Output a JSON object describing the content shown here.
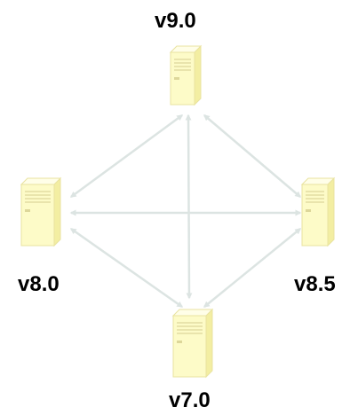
{
  "nodes": [
    {
      "id": "v90",
      "label": "v9.0",
      "icon": "server-tower-icon"
    },
    {
      "id": "v80",
      "label": "v8.0",
      "icon": "server-tower-icon"
    },
    {
      "id": "v85",
      "label": "v8.5",
      "icon": "server-tower-icon"
    },
    {
      "id": "v70",
      "label": "v7.0",
      "icon": "server-tower-icon"
    }
  ],
  "edges": [
    {
      "from": "v90",
      "to": "v80",
      "direction": "bidirectional"
    },
    {
      "from": "v90",
      "to": "v85",
      "direction": "bidirectional"
    },
    {
      "from": "v90",
      "to": "v70",
      "direction": "bidirectional"
    },
    {
      "from": "v80",
      "to": "v85",
      "direction": "bidirectional"
    },
    {
      "from": "v80",
      "to": "v70",
      "direction": "bidirectional"
    },
    {
      "from": "v85",
      "to": "v70",
      "direction": "bidirectional"
    }
  ],
  "colors": {
    "arrow": "#dce4e2",
    "server_front": "#fdfbc8",
    "server_side": "#f3eea2",
    "server_top": "#fffee8",
    "server_outline": "#e9e3a0",
    "server_detail": "#ddd79a",
    "label": "#000000"
  }
}
